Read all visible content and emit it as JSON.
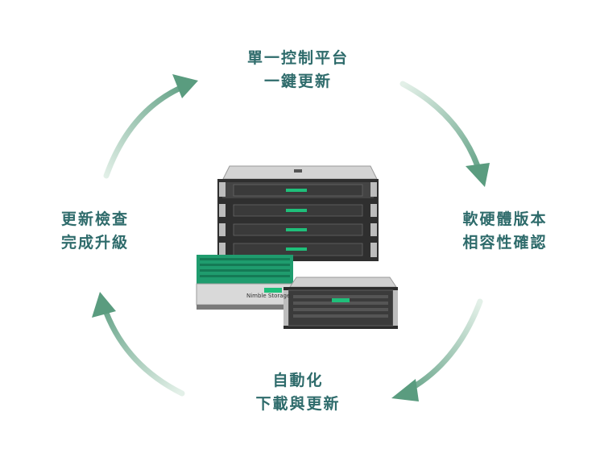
{
  "steps": {
    "top": {
      "line1": "單一控制平台",
      "line2": "一鍵更新"
    },
    "right": {
      "line1": "軟硬體版本",
      "line2": "相容性確認"
    },
    "bottom": {
      "line1": "自動化",
      "line2": "下載與更新"
    },
    "left": {
      "line1": "更新檢查",
      "line2": "完成升級"
    }
  },
  "device": {
    "storage_badge": "Nimble Storage"
  },
  "colors": {
    "label": "#2e6b6b",
    "arrow_dark": "#5a9c7f",
    "arrow_light": "#d8ebe0",
    "server_body": "#3a3a3a",
    "led_green": "#1fbf7a",
    "bezel_green": "#1f9c6e"
  }
}
